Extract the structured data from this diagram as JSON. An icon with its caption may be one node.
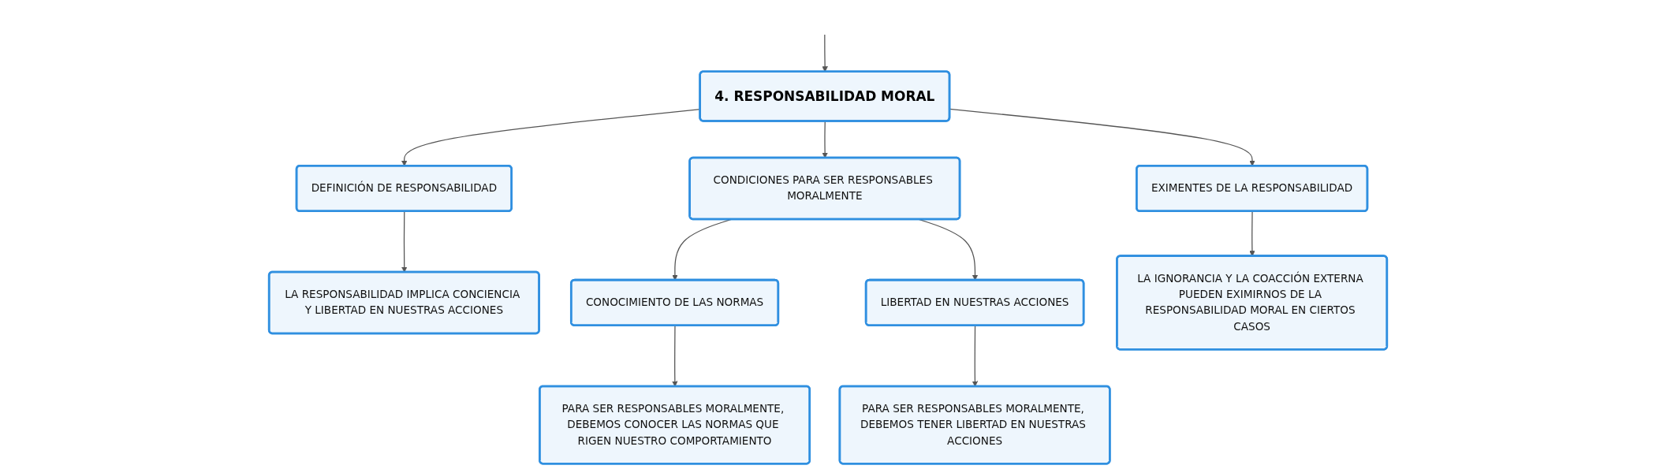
{
  "diagram": {
    "nodes": [
      {
        "text": [
          "4. RESPONSABILIDAD MORAL"
        ]
      },
      {
        "text": [
          "DEFINICIÓN DE RESPONSABILIDAD"
        ]
      },
      {
        "text": [
          "CONDICIONES PARA SER RESPONSABLES MORALMENTE"
        ]
      },
      {
        "text": [
          "EXIMENTES DE LA RESPONSABILIDAD"
        ]
      },
      {
        "text": [
          "LA RESPONSABILIDAD IMPLICA CONCIENCIA Y LIBERTAD EN NUESTRAS ACCIONES"
        ]
      },
      {
        "text": [
          "CONOCIMIENTO DE LAS NORMAS"
        ]
      },
      {
        "text": [
          "LIBERTAD EN NUESTRAS ACCIONES"
        ]
      },
      {
        "text": [
          "LA IGNORANCIA Y LA COACCIÓN EXTERNA PUEDEN EXIMIRNOS DE LA RESPONSABILIDAD MORAL EN CIERTOS CASOS"
        ]
      },
      {
        "text": [
          "PARA SER RESPONSABLES MORALMENTE, DEBEMOS CONOCER LAS NORMAS QUE RIGEN NUESTRO COMPORTAMIENTO"
        ]
      },
      {
        "text": [
          "PARA SER RESPONSABLES MORALMENTE, DEBEMOS TENER LIBERTAD EN NUESTRAS ACCIONES"
        ]
      }
    ],
    "edges": [
      {
        "from": null,
        "to": 0,
        "arrow": "to"
      },
      {
        "from": 0,
        "to": 1,
        "arrow": "to"
      },
      {
        "from": 0,
        "to": 2,
        "arrow": "to"
      },
      {
        "from": 0,
        "to": 3,
        "arrow": "to"
      },
      {
        "from": 1,
        "to": 4,
        "arrow": "to"
      },
      {
        "from": 2,
        "to": 5,
        "arrow": "to"
      },
      {
        "from": 2,
        "to": 6,
        "arrow": "to"
      },
      {
        "from": 3,
        "to": 7,
        "arrow": "to"
      },
      {
        "from": 5,
        "to": 8,
        "arrow": "to"
      },
      {
        "from": 6,
        "to": 9,
        "arrow": "to"
      }
    ]
  }
}
